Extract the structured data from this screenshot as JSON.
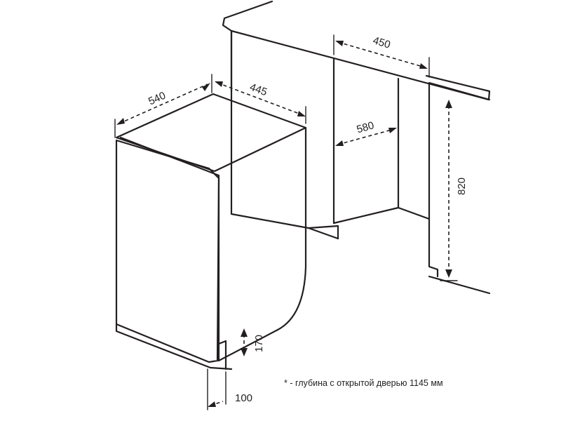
{
  "dimensions": {
    "appliance_depth": "540",
    "appliance_width": "445",
    "niche_width": "450",
    "niche_depth": "580",
    "niche_height": "820",
    "plinth_height": "170",
    "plinth_depth": "100"
  },
  "note": "* - глубина с открытой дверью 1145 мм"
}
